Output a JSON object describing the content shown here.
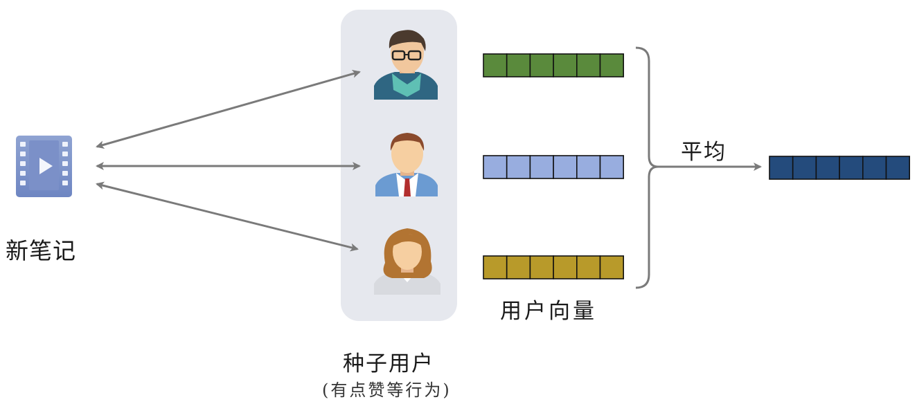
{
  "labels": {
    "new_note": "新笔记",
    "seed_users": "种子用户",
    "seed_users_note": "(有点赞等行为)",
    "user_vectors": "用户向量",
    "average": "平均"
  },
  "icons": {
    "note": "video-file-icon",
    "users": [
      "man-glasses-avatar-icon",
      "man-tie-avatar-icon",
      "woman-avatar-icon"
    ]
  },
  "colors": {
    "vector_1": "#5a8a3c",
    "vector_2": "#98addf",
    "vector_3": "#b89a2a",
    "vector_avg": "#244b7c",
    "arrow": "#7a7a7a",
    "seed_panel": "#e6e8ee"
  }
}
